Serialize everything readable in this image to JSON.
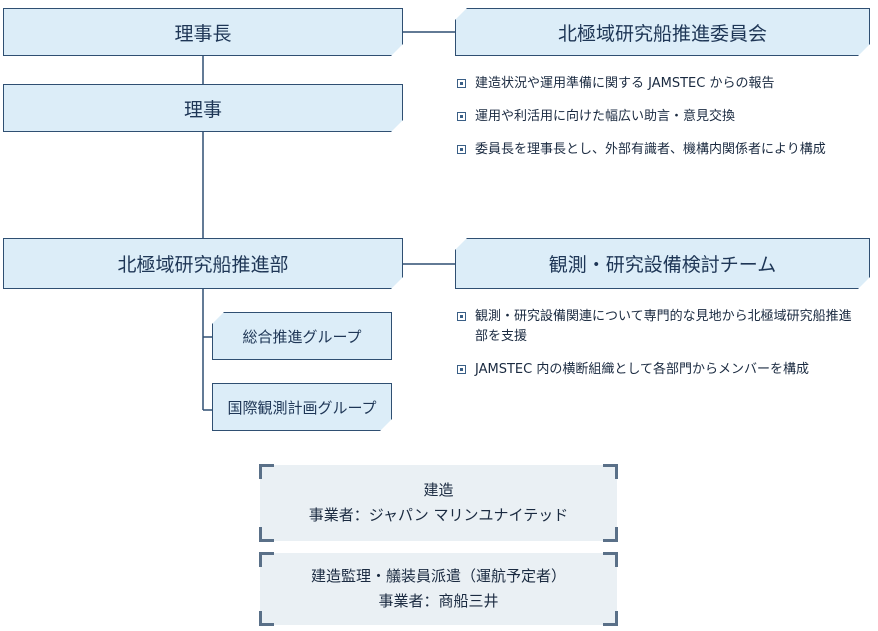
{
  "org": {
    "chairman": "理事長",
    "director": "理事",
    "department": "北極域研究船推進部",
    "group_general": "総合推進グループ",
    "group_intl": "国際観測計画グループ",
    "committee": {
      "title": "北極域研究船推進委員会",
      "bullets": [
        "建造状況や運用準備に関する JAMSTEC からの報告",
        "運用や利活用に向けた幅広い助言・意見交換",
        "委員長を理事長とし、外部有識者、機構内関係者により構成"
      ]
    },
    "team": {
      "title": "観測・研究設備検討チーム",
      "bullets": [
        "観測・研究設備関連について専門的な見地から北極域研究船推進部を支援",
        "JAMSTEC 内の横断組織として各部門からメンバーを構成"
      ]
    }
  },
  "contracts": [
    {
      "title": "建造",
      "contractor": "事業者：ジャパン マリンユナイテッド"
    },
    {
      "title": "建造監理・艤装員派遣（運航予定者）",
      "contractor": "事業者：商船三井"
    }
  ]
}
